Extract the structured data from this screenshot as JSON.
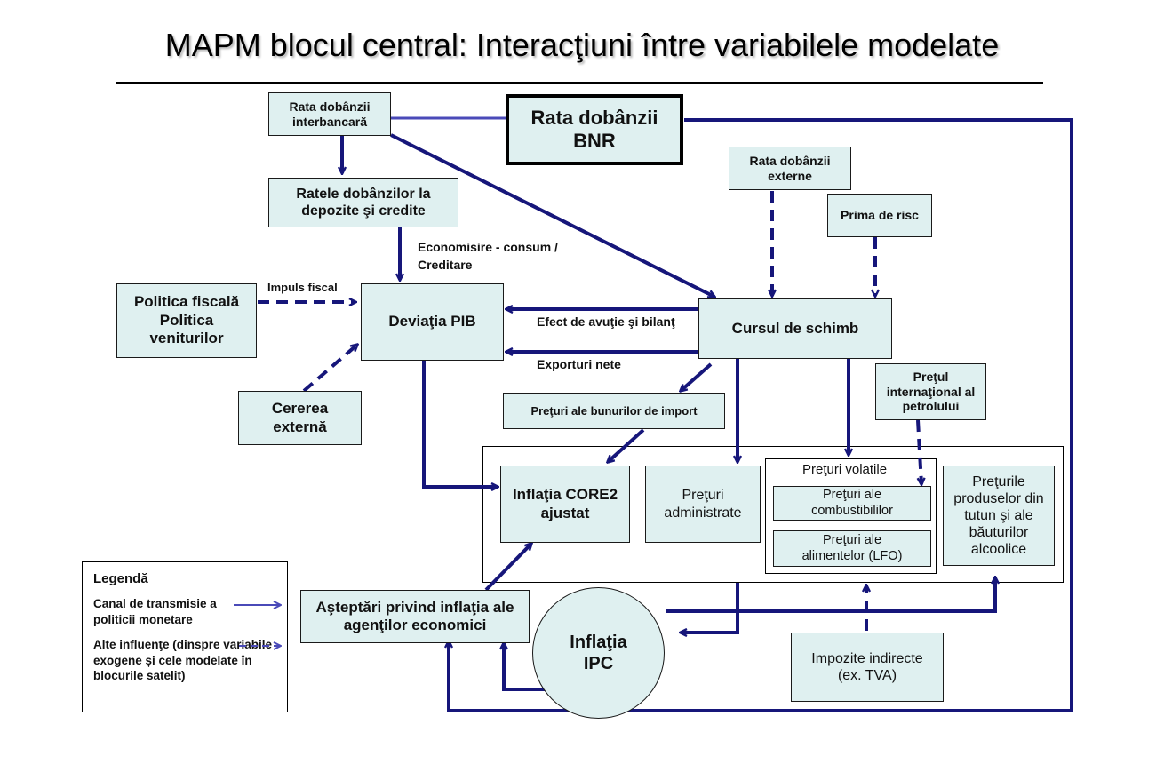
{
  "title": "MAPM blocul central: Interacţiuni între variabilele modelate",
  "nodes": {
    "rata_interbancara": "Rata dobânzii interbancară",
    "rata_bnr": "Rata dobânzii BNR",
    "ratele_depozite": "Ratele dobânzilor la depozite şi credite",
    "rata_externe": "Rata dobânzii externe",
    "prima_risc": "Prima de risc",
    "politica_fiscala": "Politica fiscală Politica veniturilor",
    "deviatia_pib": "Deviaţia PIB",
    "cursul_schimb": "Cursul de schimb",
    "cererea_externa": "Cererea externă",
    "pret_petrol": "Preţul internaţional al petrolului",
    "preturi_import": "Preţuri ale bunurilor de import",
    "inflatia_core2": "Inflaţia CORE2 ajustat",
    "preturi_administrate": "Preţuri administrate",
    "preturi_volatile": "Preţuri volatile",
    "preturi_combustibili": "Preţuri ale combustibililor",
    "preturi_alimente": "Preţuri ale alimentelor (LFO)",
    "preturi_tutun": "Preţurile produselor din tutun şi ale băuturilor alcoolice",
    "asteptari": "Aşteptări privind inflaţia ale agenţilor economici",
    "inflatia_ipc": "Inflaţia IPC",
    "impozite": "Impozite indirecte (ex. TVA)"
  },
  "labels": {
    "economisire": "Economisire - consum / Creditare",
    "impuls_fiscal": "Impuls fiscal",
    "efect_avutie": "Efect de avuţie şi bilanţ",
    "exporturi_nete": "Exporturi nete"
  },
  "legend": {
    "title": "Legendă",
    "solid": "Canal de transmisie a politicii monetare",
    "dashed": "Alte influenţe (dinspre variabile exogene și cele modelate în blocurile satelit)"
  },
  "colors": {
    "arrow": "#16167a",
    "box_fill": "#dff0f0",
    "thin_line": "#4a4ab8"
  }
}
